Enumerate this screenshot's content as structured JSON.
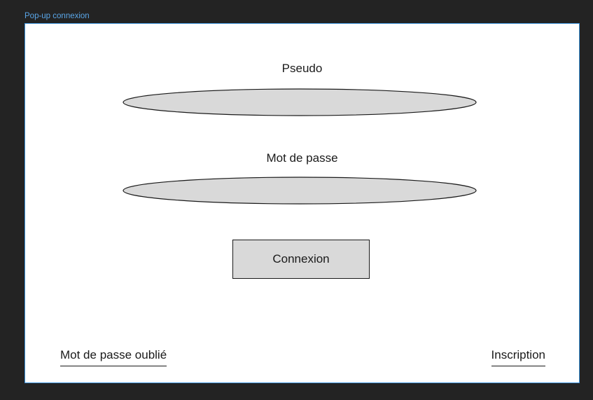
{
  "frame": {
    "label": "Pop-up connexion"
  },
  "login_form": {
    "username_label": "Pseudo",
    "password_label": "Mot de passe",
    "submit_label": "Connexion"
  },
  "footer": {
    "forgot_password_label": "Mot de passe oublié",
    "signup_label": "Inscription"
  },
  "colors": {
    "canvas_background": "#232323",
    "frame_border": "#3d93dc",
    "frame_label": "#5aa6e8",
    "field_fill": "#d9d9d9",
    "button_fill": "#d9d9d9"
  }
}
